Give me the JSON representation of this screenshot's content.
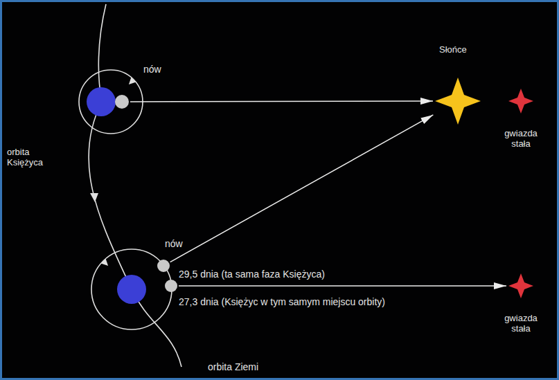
{
  "diagram": {
    "nodes": [
      {
        "text": [
          "nów"
        ]
      },
      {
        "text": [
          "Słońce"
        ]
      },
      {
        "text": [
          "gwiazda stała"
        ]
      },
      {
        "text": [
          "nów",
          "29,5 dnia (ta sama faza Księżyca)"
        ]
      },
      {
        "text": [
          "27,3 dnia (Księżyc w tym samym miejscu orbity)"
        ]
      },
      {
        "text": [
          "gwiazda stała"
        ]
      }
    ],
    "edges": [
      {
        "from": 0,
        "to": 1,
        "arrow": "to"
      },
      {
        "from": 3,
        "to": 1,
        "arrow": "to"
      },
      {
        "from": 4,
        "to": 5,
        "arrow": "to"
      }
    ],
    "labels": [
      "orbita Księżyca",
      "orbita Ziemi"
    ]
  }
}
